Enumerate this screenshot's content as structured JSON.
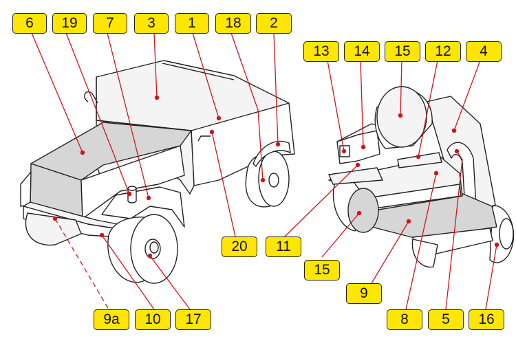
{
  "diagram": {
    "labels": {
      "l6": "6",
      "l19": "19",
      "l7": "7",
      "l3": "3",
      "l1": "1",
      "l18": "18",
      "l2": "2",
      "l13": "13",
      "l14": "14",
      "l15_top": "15",
      "l12": "12",
      "l4": "4",
      "l20": "20",
      "l11": "11",
      "l15_bottom": "15",
      "l9": "9",
      "l9a": "9a",
      "l10": "10",
      "l17": "17",
      "l8": "8",
      "l5": "5",
      "l16": "16"
    },
    "colors": {
      "label_fill": "#ffe600",
      "leader_line": "#d0141a",
      "panel_grey": "#d6d6d6",
      "panel_light": "#f4f4f4"
    }
  }
}
